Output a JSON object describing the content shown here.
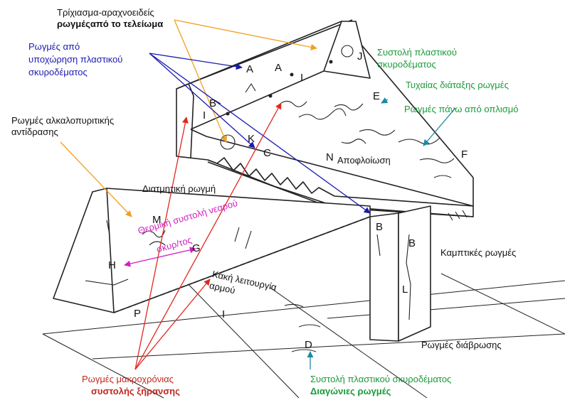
{
  "labels": {
    "top_black_1": "Τρίχιασμα-αραχνοειδείς",
    "top_black_2": "ρωγμέςαπό το τελείωμα",
    "blue_1": "Ρωγμές από",
    "blue_2": "υποχώρηση πλαστικού",
    "blue_3": "σκυροδέματος",
    "alk_1": "Ρωγμές αλκαλοπυριτικής",
    "alk_2": "αντίδρασης",
    "green_1": "Συστολή πλαστικού",
    "green_2": "σκυροδέματος",
    "green_3": "Τυχαίας διάταξης ρωγμές",
    "green_4": "Ρωγμές πάνω από οπλισμό",
    "shear": "Διατμητική ρωγμή",
    "spalling": "Αποφλοίωση",
    "thermal_1": "Θερμική συστολή νεαρού",
    "thermal_2": "σκυρ/τος",
    "joint_1": "Κακή λειτουργία",
    "joint_2": "αρμού",
    "bending": "Καμπτικές ρωγμές",
    "corrosion": "Ρωγμές διάβρωσης",
    "red_1": "Ρωγμές μακροχρόνιας",
    "red_2": "συστολής ξήρανσης",
    "bottom_green_1": "Συστολή πλαστικού σκυροδέματος",
    "bottom_green_2": "Διαγώνιες ρωγμές"
  },
  "letters": {
    "A1": "A",
    "A2": "A",
    "I1": "I",
    "J": "J",
    "B1": "B",
    "I2": "I",
    "K": "K",
    "C": "C",
    "N": "N",
    "E": "E",
    "F": "F",
    "M": "M",
    "G": "G",
    "H": "H",
    "B2": "B",
    "B3": "B",
    "L": "L",
    "P": "P",
    "I3": "I",
    "D": "D"
  },
  "colors": {
    "orange": "#f0a020",
    "blue": "#1a1ab0",
    "green": "#1a9a3a",
    "teal": "#1a8aa0",
    "red": "#e0281e",
    "magenta": "#d020c0",
    "ink": "#222222"
  }
}
